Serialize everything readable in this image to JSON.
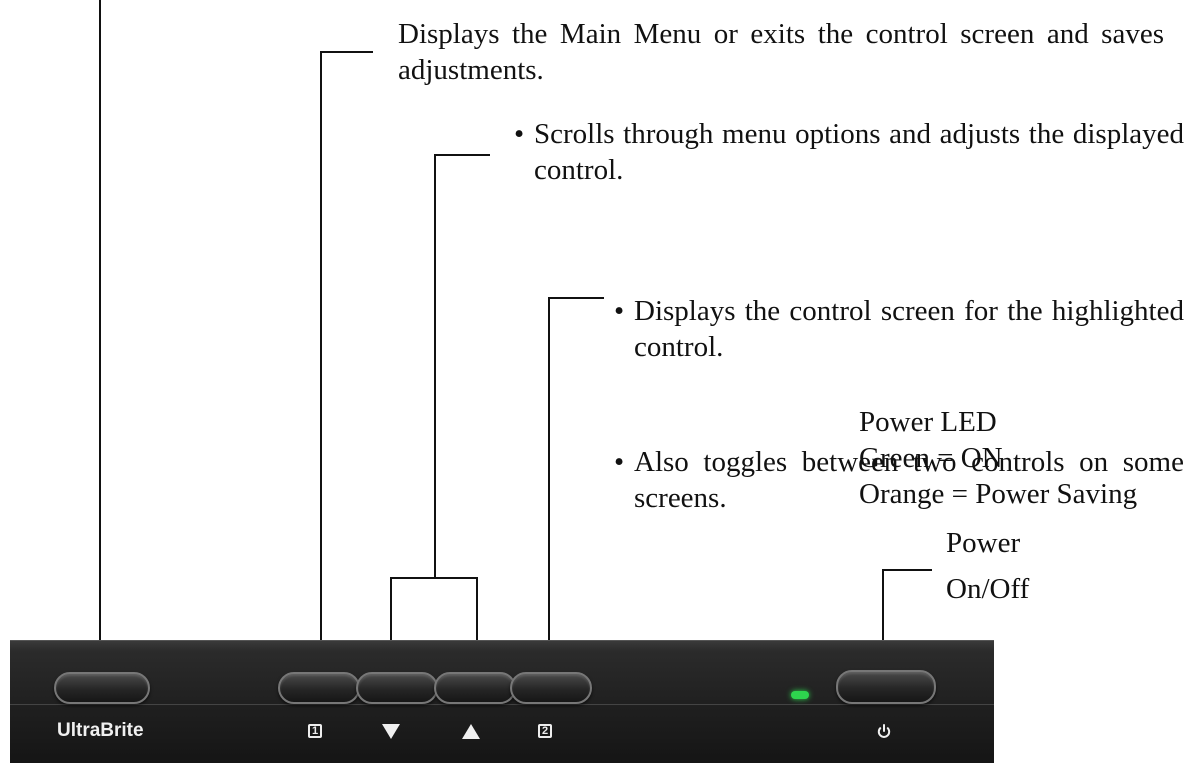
{
  "callouts": {
    "main_menu": "Displays the Main Menu or exits the control screen and saves adjustments.",
    "scroll": "Scrolls through menu options and adjusts the displayed control.",
    "control_screen": "Displays the control screen for the highlighted control.",
    "toggle": "Also toggles between two controls on some screens.",
    "led_title": "Power LED",
    "led_green": "Green = ON",
    "led_orange": "Orange = Power Saving",
    "power_line1": "Power",
    "power_line2": "On/Off"
  },
  "bezel": {
    "brand": "UltraBrite",
    "key1_label": "1",
    "key2_label": "2",
    "down_icon": "down-triangle-icon",
    "up_icon": "up-triangle-icon",
    "power_icon": "power-icon",
    "led_color": "#2ed44e"
  }
}
